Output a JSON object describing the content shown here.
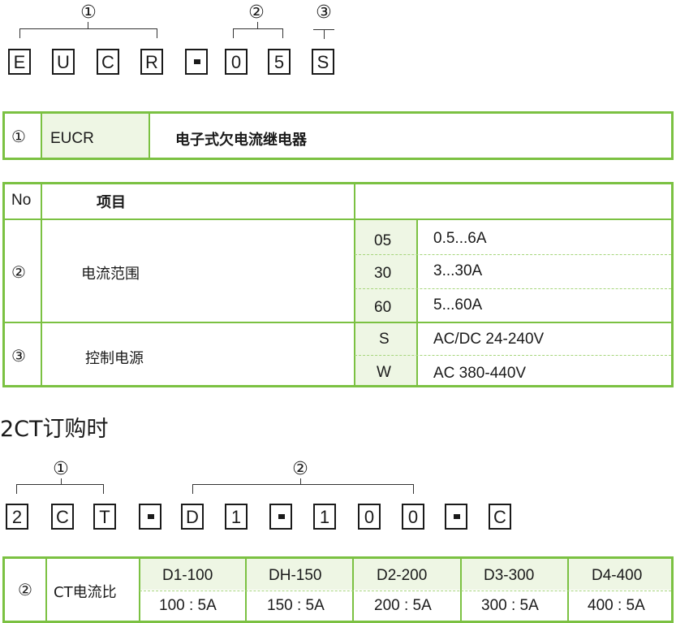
{
  "model_code": {
    "markers": [
      "①",
      "②",
      "③"
    ],
    "boxes": [
      "E",
      "U",
      "C",
      "R",
      "-",
      "0",
      "5",
      "S"
    ]
  },
  "table1": {
    "marker": "①",
    "code": "EUCR",
    "description": "电子式欠电流继电器"
  },
  "table2": {
    "header": {
      "no": "No",
      "item": "项目"
    },
    "rows": [
      {
        "marker": "②",
        "item": "电流范围",
        "options": [
          {
            "code": "05",
            "value": "0.5...6A"
          },
          {
            "code": "30",
            "value": "3...30A"
          },
          {
            "code": "60",
            "value": "5...60A"
          }
        ]
      },
      {
        "marker": "③",
        "item": "控制电源",
        "options": [
          {
            "code": "S",
            "value": "AC/DC 24-240V"
          },
          {
            "code": "W",
            "value": "AC 380-440V"
          }
        ]
      }
    ]
  },
  "ct_section": {
    "heading": "2CT订购时",
    "markers": [
      "①",
      "②"
    ],
    "boxes": [
      "2",
      "C",
      "T",
      "-",
      "D",
      "1",
      "-",
      "1",
      "0",
      "0",
      "-",
      "C"
    ]
  },
  "table3": {
    "marker": "②",
    "label": "CT电流比",
    "columns": [
      {
        "model": "D1-100",
        "ratio": "100 : 5A"
      },
      {
        "model": "DH-150",
        "ratio": "150 : 5A"
      },
      {
        "model": "D2-200",
        "ratio": "200 : 5A"
      },
      {
        "model": "D3-300",
        "ratio": "300 : 5A"
      },
      {
        "model": "D4-400",
        "ratio": "400 : 5A"
      }
    ]
  },
  "colors": {
    "table_border": "#7bc142",
    "shade": "#eef6e4",
    "text": "#1a1a1a"
  }
}
